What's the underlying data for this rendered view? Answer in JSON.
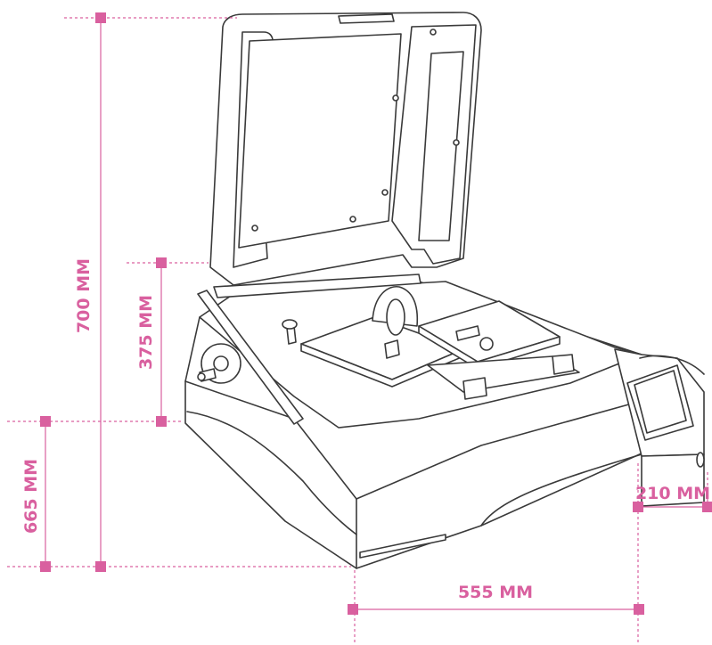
{
  "colors": {
    "accent": "#d9609f",
    "line": "#3a3a3a",
    "background": "#ffffff"
  },
  "dimensions": {
    "total_height": "700 MM",
    "base_height": "665 MM",
    "lid_height": "375 MM",
    "width": "555 MM",
    "panel_depth": "210 MM"
  },
  "screen": {
    "state": "blank"
  }
}
